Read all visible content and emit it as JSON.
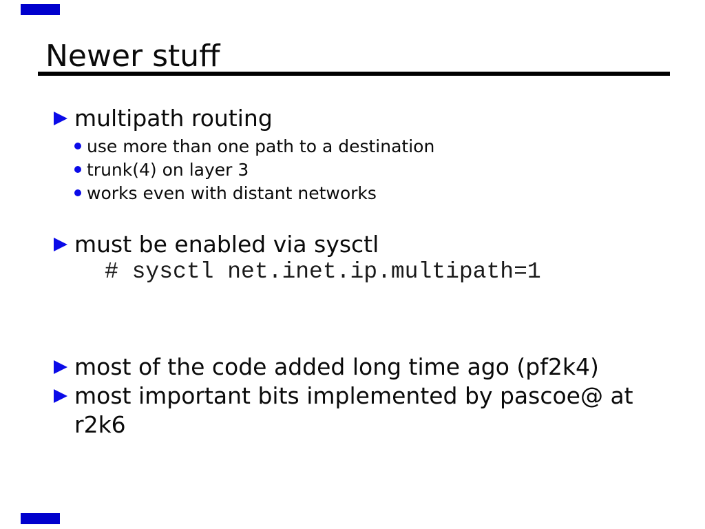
{
  "slide": {
    "title": "Newer stuff",
    "colors": {
      "accent_blue": "#0b0be8",
      "bar_blue": "#0000cd",
      "rule_black": "#000000"
    },
    "bullets": {
      "b1": {
        "text": "multipath routing",
        "subs": [
          "use more than one path to a destination",
          "trunk(4) on layer 3",
          "works even with distant networks"
        ]
      },
      "b2": {
        "text": "must be enabled via sysctl",
        "code": "# sysctl net.inet.ip.multipath=1"
      },
      "b3": {
        "text": "most of the code added long time ago (pf2k4)"
      },
      "b4": {
        "lines": [
          "most important bits implemented by pascoe@ at",
          "r2k6"
        ]
      }
    }
  }
}
